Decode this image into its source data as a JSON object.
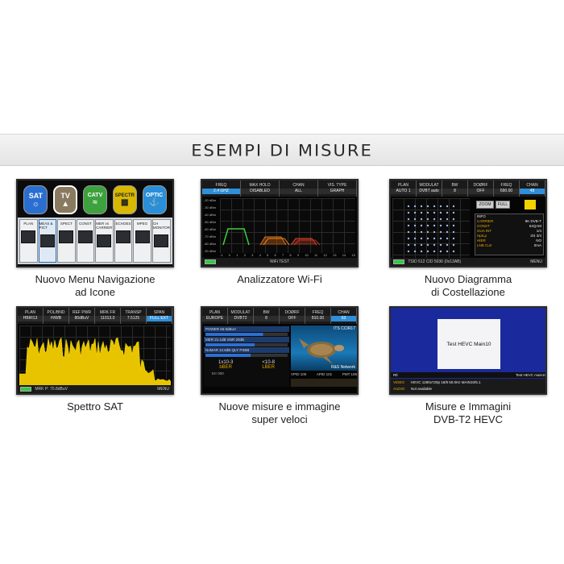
{
  "banner": {
    "title": "ESEMPI DI MISURE"
  },
  "cards": {
    "menu": {
      "caption": [
        "Nuovo Menu Navigazione",
        "ad Icone"
      ],
      "top_icons": [
        {
          "label": "SAT",
          "icon": "satellite-icon",
          "color": "#2a6fd0"
        },
        {
          "label": "TV",
          "icon": "tv-icon",
          "color": "#8a7a60"
        },
        {
          "label": "CATV",
          "icon": "catv-icon",
          "color": "#3da23d"
        },
        {
          "label": "SPECTR",
          "icon": "spectrum-icon",
          "color": "#d8b800"
        },
        {
          "label": "OPTIC",
          "icon": "optic-icon",
          "color": "#2a8fd8"
        }
      ],
      "tiles": [
        "PLAN",
        "MEAS & PICT",
        "SPECT",
        "CONST",
        "MER vs CARRIER",
        "ECHOES",
        "MPEG",
        "CH MONITOR"
      ]
    },
    "wifi": {
      "caption": [
        "Analizzatore Wi-Fi"
      ],
      "headers": [
        {
          "label": "FREQ",
          "value": "2.4 GHZ"
        },
        {
          "label": "MAX HOLD",
          "value": "DISABLED"
        },
        {
          "label": "CHAN",
          "value": "ALL"
        },
        {
          "label": "VIS. TYPE",
          "value": "GRAPH"
        }
      ],
      "y_ticks": [
        "-20 dBm",
        "-30 dBm",
        "-40 dBm",
        "-50 dBm",
        "-60 dBm",
        "-70 dBm",
        "-80 dBm",
        "-90 dBm"
      ],
      "x_ticks": [
        "-1",
        "0",
        "1",
        "2",
        "3",
        "4",
        "5",
        "6",
        "7",
        "8",
        "9",
        "10",
        "11",
        "12",
        "13",
        "14",
        "15"
      ],
      "footer": "WiFi TEST"
    },
    "constellation": {
      "caption": [
        "Nuovo Diagramma",
        "di Costellazione"
      ],
      "headers": [
        {
          "label": "PLAN",
          "value": "AUTO 1"
        },
        {
          "label": "MODULAT",
          "value": "DVBT auto"
        },
        {
          "label": "BW",
          "value": "8"
        },
        {
          "label": "DOØRF",
          "value": "OFF"
        },
        {
          "label": "FREQ",
          "value": "690.00"
        },
        {
          "label": "CHAN",
          "value": "48"
        }
      ],
      "zoom": "ZOOM",
      "full": "FULL",
      "info": [
        {
          "k": "INFO",
          "v": ""
        },
        {
          "k": "CARRIER",
          "v": "8K DVB-T"
        },
        {
          "k": "CONST",
          "v": "64QAM"
        },
        {
          "k": "GUA INT",
          "v": "1/4"
        },
        {
          "k": "Hp/Lp",
          "v": "3/4 3/4"
        },
        {
          "k": "HIER",
          "v": "NO"
        },
        {
          "k": "LNB Curr",
          "v": "0mA"
        }
      ],
      "footer": "TSID 512   CID 5036 (0x13AB)",
      "menu": "MENU"
    },
    "sat": {
      "caption": [
        "Spettro SAT"
      ],
      "headers": [
        {
          "label": "PLAN",
          "value": "HBIR13"
        },
        {
          "label": "POL/BND",
          "value": "H/WB"
        },
        {
          "label": "REF PWR",
          "value": "80dBuV"
        },
        {
          "label": "MRK FR",
          "value": "11013.0"
        },
        {
          "label": "TRANSP",
          "value": "7.5125"
        },
        {
          "label": "SPAN",
          "value": "FULL EXT"
        }
      ],
      "marker": "MRK P: 70.8dBuV",
      "menu": "MENU"
    },
    "measure": {
      "caption": [
        "Nuove misure e immagine",
        "super veloci"
      ],
      "headers": [
        {
          "label": "PLAN",
          "value": "EUROPE"
        },
        {
          "label": "MODULAT",
          "value": "DVBT2"
        },
        {
          "label": "BW",
          "value": "8"
        },
        {
          "label": "DOØRF",
          "value": "OFF"
        },
        {
          "label": "FREQ",
          "value": "810.00"
        },
        {
          "label": "CHAN",
          "value": "63"
        }
      ],
      "rows": [
        "POWER  66.9dBuV",
        "MER  21.1dB   SNR 20dB",
        "NoMAR 12.6dB   QLY PSBB"
      ],
      "ber1": "1x10-3",
      "ber1_label": "bBER",
      "ber2": "<10-8",
      "ber2_label": "LBER",
      "err": "Err 000",
      "service": "ITS CCIR17",
      "network": "R&S Network",
      "stats": [
        "VPID 100",
        "APID 101",
        "PMT 105"
      ]
    },
    "hevc": {
      "caption": [
        "Misure e Immagini",
        "DVB-T2 HEVC"
      ],
      "screen_text": "Test HEVC Main10",
      "status_left": "Rtl",
      "status_right": "Test HEVC main10",
      "video_label": "VIDEO",
      "video_value": "HEVC 1280x720p 16/9 50.0Hz MAIN10/5.1",
      "audio_label": "AUDIO",
      "audio_value": "Not available"
    }
  }
}
